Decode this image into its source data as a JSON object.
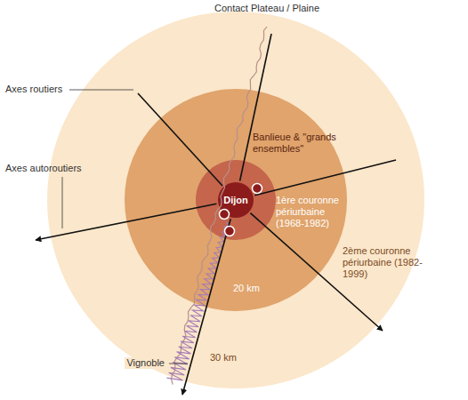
{
  "diagram": {
    "nodes": [
      {
        "text": [
          "2ème couronne périurbaine (1982-1999)",
          "30 km"
        ]
      },
      {
        "text": [
          "1ère couronne périurbaine (1968-1982)",
          "20 km"
        ],
        "in": 0
      },
      {
        "text": [
          "Banlieue & \"grands ensembles\""
        ],
        "in": 1
      },
      {
        "text": [
          "Dijon"
        ],
        "in": 2
      }
    ],
    "labels": [
      "Contact Plateau / Plaine",
      "Axes routiers",
      "Axes autoroutiers",
      "Vignoble"
    ]
  }
}
